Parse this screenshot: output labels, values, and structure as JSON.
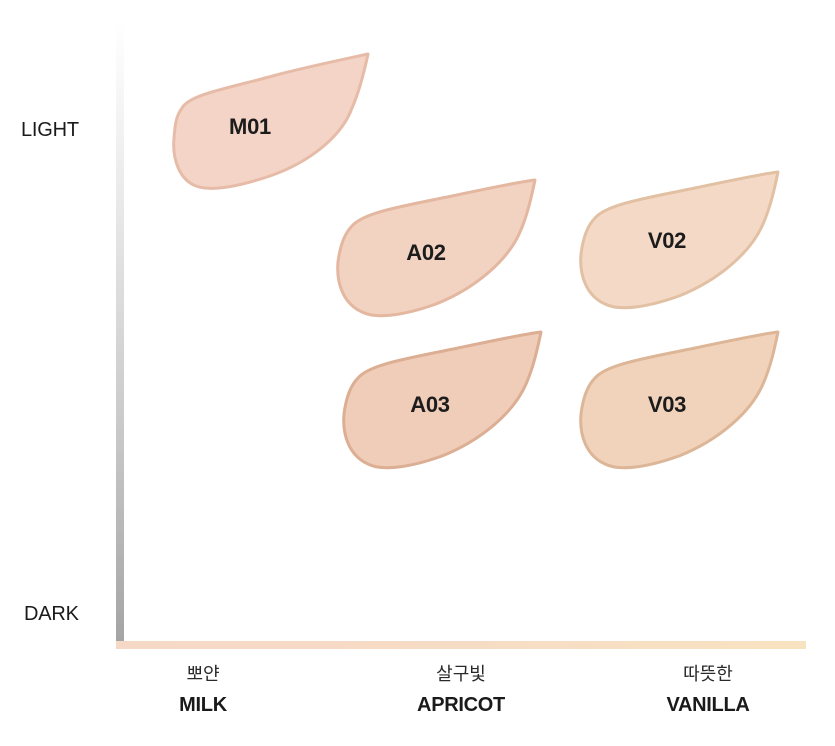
{
  "axes": {
    "y_top_label": "LIGHT",
    "y_bottom_label": "DARK"
  },
  "columns": [
    {
      "ko": "뽀얀",
      "en": "MILK"
    },
    {
      "ko": "살구빛",
      "en": "APRICOT"
    },
    {
      "ko": "따뜻한",
      "en": "VANILLA"
    }
  ],
  "shades": [
    {
      "code": "M01",
      "fill": "#f4d4c6",
      "edge": "#e6bca9"
    },
    {
      "code": "A02",
      "fill": "#f2d2c1",
      "edge": "#e3b7a0"
    },
    {
      "code": "A03",
      "fill": "#f0cdb8",
      "edge": "#dcae93"
    },
    {
      "code": "V02",
      "fill": "#f4dac6",
      "edge": "#e2c0a3"
    },
    {
      "code": "V03",
      "fill": "#f1d3bb",
      "edge": "#dcb697"
    }
  ]
}
